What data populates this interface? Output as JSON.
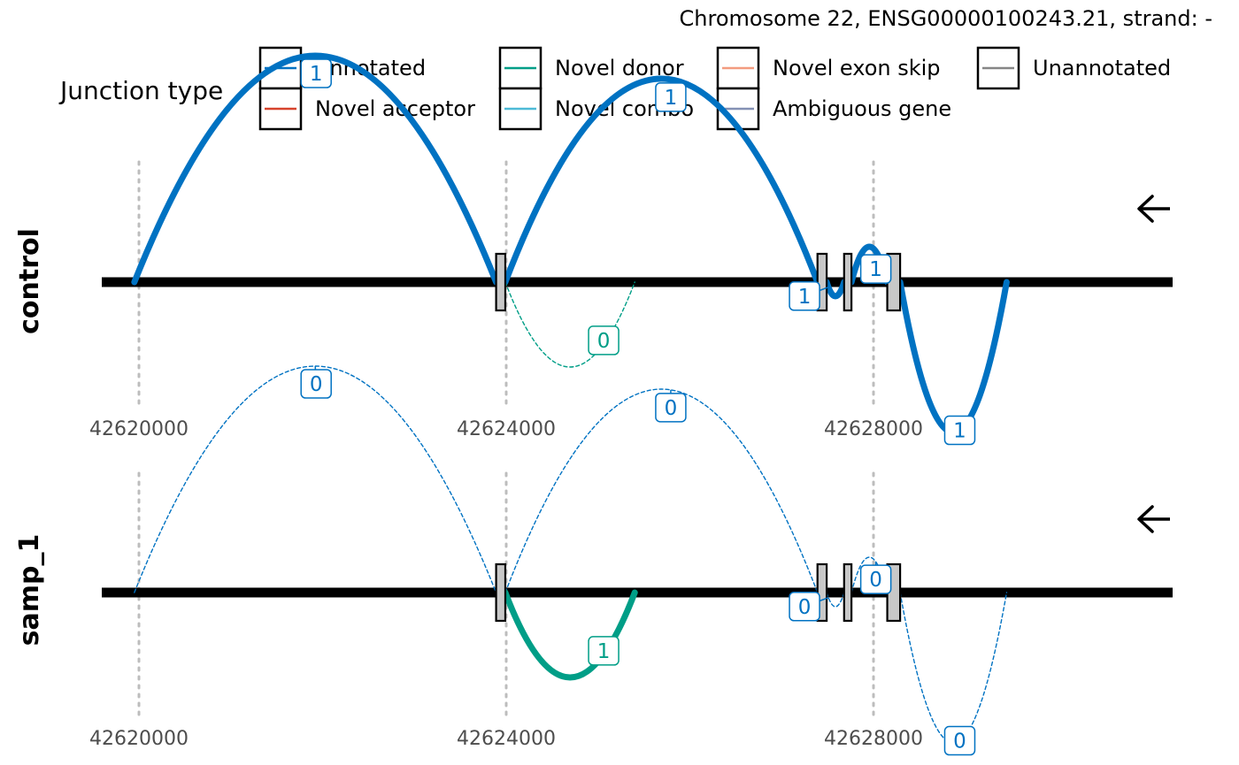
{
  "subtitle": "Chromosome 22, ENSG00000100243.21, strand: -",
  "legend": {
    "title": "Junction type",
    "entries": [
      {
        "label": "Annotated",
        "color": "#0072C2"
      },
      {
        "label": "Novel acceptor",
        "color": "#D6432C"
      },
      {
        "label": "Novel donor",
        "color": "#009E87"
      },
      {
        "label": "Novel combo",
        "color": "#4DBAD6"
      },
      {
        "label": "Novel exon skip",
        "color": "#F39B7F"
      },
      {
        "label": "Ambiguous gene",
        "color": "#8491B4"
      },
      {
        "label": "Unannotated",
        "color": "#868686"
      }
    ]
  },
  "chart_data": {
    "type": "line",
    "chromosome": "22",
    "gene": "ENSG00000100243.21",
    "strand": "-",
    "x_ticks": [
      42620000,
      42624000,
      42628000
    ],
    "x_tick_labels": [
      "42620000",
      "42624000",
      "42628000"
    ],
    "grid_x": true,
    "strand_arrow": "left",
    "exons": [
      {
        "start": 42623890,
        "end": 42623990
      },
      {
        "start": 42627390,
        "end": 42627490
      },
      {
        "start": 42627680,
        "end": 42627760
      },
      {
        "start": 42628150,
        "end": 42628290
      }
    ],
    "panels": [
      {
        "label": "control",
        "junctions": [
          {
            "start": 42619950,
            "end": 42623890,
            "type": "Annotated",
            "count": 1
          },
          {
            "start": 42623990,
            "end": 42627390,
            "type": "Annotated",
            "count": 1
          },
          {
            "start": 42623990,
            "end": 42625400,
            "type": "Novel donor",
            "count": 0
          },
          {
            "start": 42627490,
            "end": 42627680,
            "type": "Annotated",
            "count": 1
          },
          {
            "start": 42627760,
            "end": 42628150,
            "type": "Annotated",
            "count": 1
          },
          {
            "start": 42628290,
            "end": 42629450,
            "type": "Annotated",
            "count": 1
          }
        ]
      },
      {
        "label": "samp_1",
        "junctions": [
          {
            "start": 42619950,
            "end": 42623890,
            "type": "Annotated",
            "count": 0
          },
          {
            "start": 42623990,
            "end": 42627390,
            "type": "Annotated",
            "count": 0
          },
          {
            "start": 42623990,
            "end": 42625400,
            "type": "Novel donor",
            "count": 1
          },
          {
            "start": 42627490,
            "end": 42627680,
            "type": "Annotated",
            "count": 0
          },
          {
            "start": 42627760,
            "end": 42628150,
            "type": "Annotated",
            "count": 0
          },
          {
            "start": 42628290,
            "end": 42629450,
            "type": "Annotated",
            "count": 0
          }
        ]
      }
    ]
  }
}
